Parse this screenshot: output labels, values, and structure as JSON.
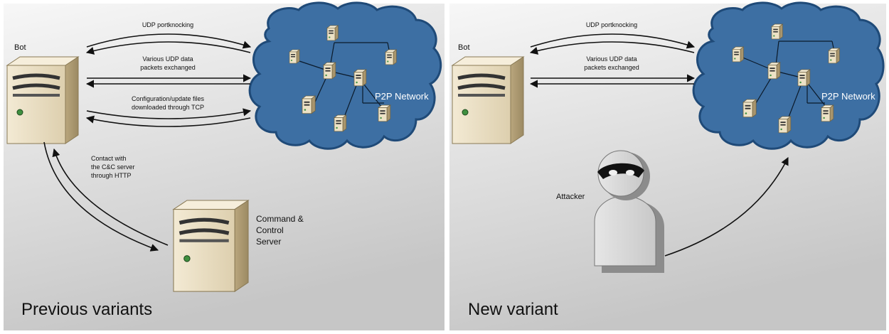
{
  "left_panel": {
    "caption": "Previous variants",
    "bot_label": "Bot",
    "p2p_label": "P2P Network",
    "arrows": {
      "udp_portknocking": "UDP portknocking",
      "udp_data_line1": "Various UDP data",
      "udp_data_line2": "packets exchanged",
      "config_line1": "Configuration/update files",
      "config_line2": "downloaded through TCP",
      "contact_line1": "Contact with",
      "contact_line2": "the C&C server",
      "contact_line3": "through HTTP"
    },
    "cc_server_line1": "Command &",
    "cc_server_line2": "Control",
    "cc_server_line3": "Server"
  },
  "right_panel": {
    "caption": "New variant",
    "bot_label": "Bot",
    "p2p_label": "P2P Network",
    "arrows": {
      "udp_portknocking": "UDP portknocking",
      "udp_data_line1": "Various UDP data",
      "udp_data_line2": "packets exchanged"
    },
    "attacker_label": "Attacker"
  },
  "colors": {
    "cloud_fill": "#3d6fa3",
    "cloud_stroke": "#1f4a78",
    "server_body": "#e8dcc0",
    "server_shadow": "#b8a57c",
    "panel_gradient_top": "#f4f4f4",
    "panel_gradient_bottom": "#c8c8c8"
  }
}
